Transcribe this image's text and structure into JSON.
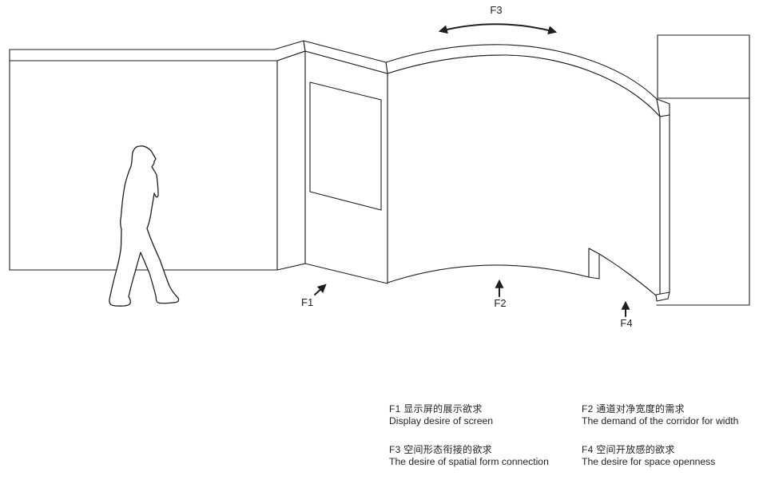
{
  "colors": {
    "line": "#1e1e1e",
    "text": "#1f1f1f",
    "background": "#ffffff"
  },
  "diagram": {
    "annotations": [
      {
        "id": "f1",
        "label": "F1"
      },
      {
        "id": "f2",
        "label": "F2"
      },
      {
        "id": "f3",
        "label": "F3"
      },
      {
        "id": "f4",
        "label": "F4"
      }
    ]
  },
  "legend": {
    "items": [
      {
        "id": "f1",
        "cjk": "F1 显示屏的展示欲求",
        "en": "Display desire of screen"
      },
      {
        "id": "f2",
        "cjk": "F2 通道对净宽度的需求",
        "en": "The demand of the corridor for width"
      },
      {
        "id": "f3",
        "cjk": "F3 空间形态衔接的欲求",
        "en": "The desire of spatial form connection"
      },
      {
        "id": "f4",
        "cjk": "F4 空间开放感的欲求",
        "en": "The desire for space openness"
      }
    ]
  }
}
